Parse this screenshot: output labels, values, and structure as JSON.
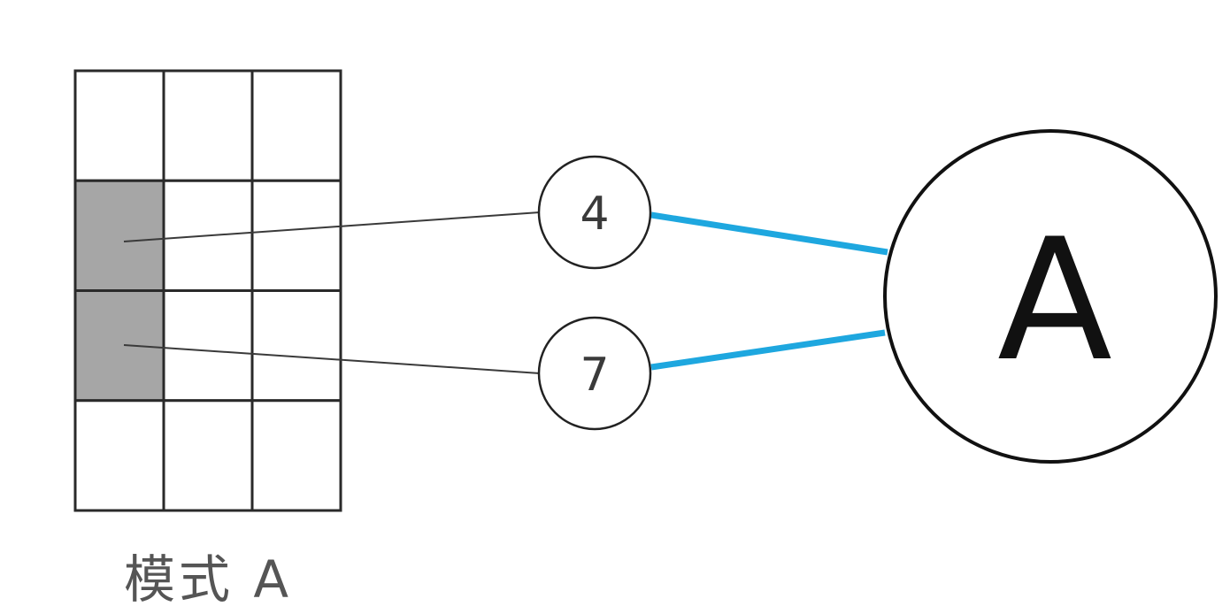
{
  "pattern": {
    "caption": "模式 A",
    "rows": 4,
    "cols": 3,
    "filled_cells": [
      [
        1,
        0
      ],
      [
        2,
        0
      ]
    ],
    "fill_color": "#a6a6a6"
  },
  "input_nodes": [
    {
      "label": "4",
      "source_cell": [
        1,
        0
      ]
    },
    {
      "label": "7",
      "source_cell": [
        2,
        0
      ]
    }
  ],
  "output_node": {
    "label": "A"
  },
  "colors": {
    "weight_line": "#1ea7df",
    "stroke": "#222222"
  }
}
